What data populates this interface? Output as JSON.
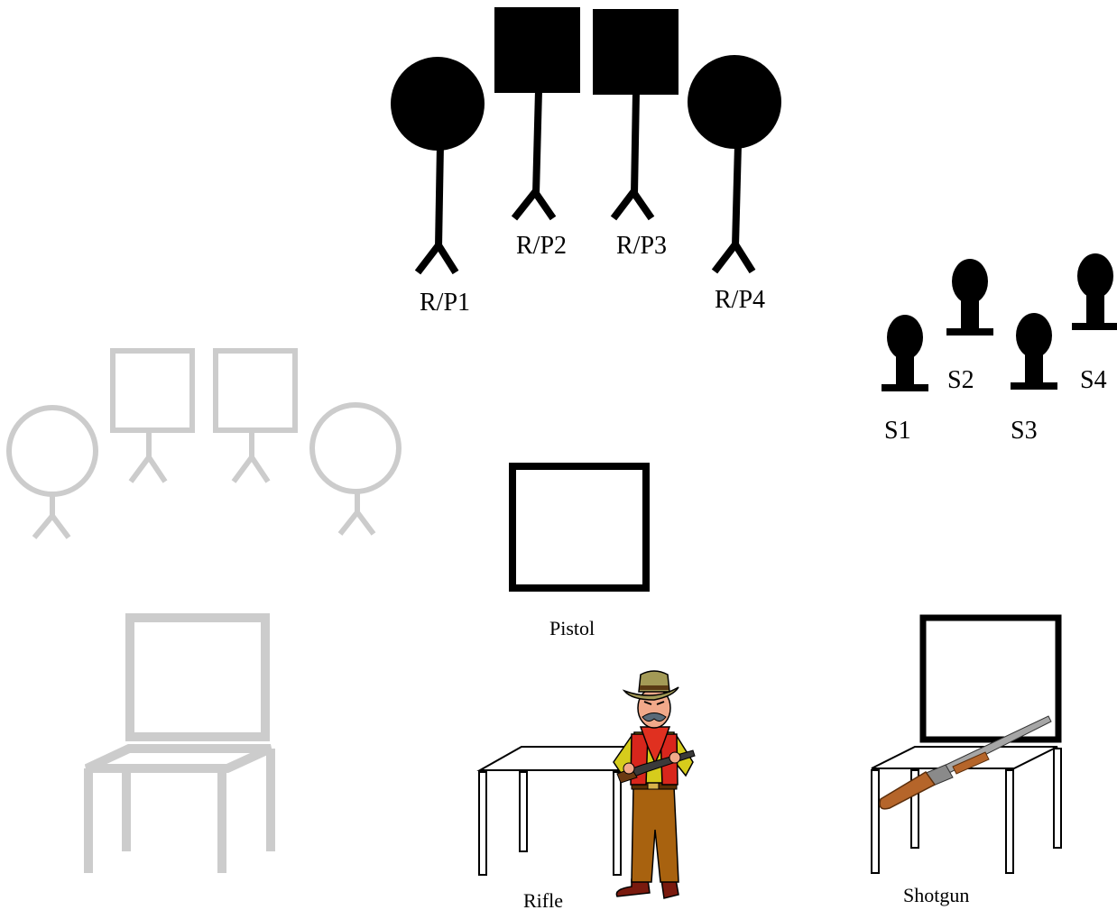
{
  "targets": {
    "rifle_pistol": [
      "R/P1",
      "R/P2",
      "R/P3",
      "R/P4"
    ],
    "shotgun": [
      "S1",
      "S2",
      "S3",
      "S4"
    ]
  },
  "positions": {
    "pistol": "Pistol",
    "rifle": "Rifle",
    "shotgun": "Shotgun"
  },
  "colors": {
    "active_target": "#000000",
    "inactive_outline": "#cccccc",
    "table_outline": "#000000"
  },
  "icons": {
    "shooter": "cowboy-with-rifle-icon",
    "shotgun_on_table": "shotgun-icon"
  }
}
